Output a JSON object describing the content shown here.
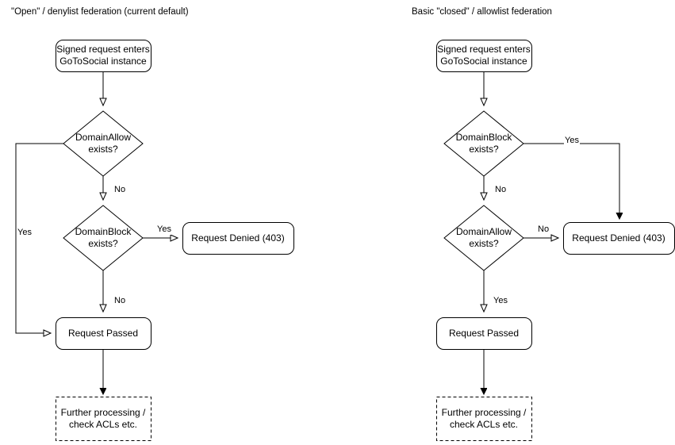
{
  "diagram": {
    "type": "flowchart",
    "background_color": "#ffffff",
    "stroke_color": "#000000",
    "text_color": "#000000",
    "columns": [
      {
        "id": "open-denylist",
        "title": "\"Open\" / denylist federation (current default)",
        "nodes": [
          {
            "id": "l-entry",
            "shape": "rounded-rect",
            "label": "Signed request enters\nGoToSocial instance"
          },
          {
            "id": "l-allow",
            "shape": "diamond",
            "label": "DomainAllow\nexists?"
          },
          {
            "id": "l-block",
            "shape": "diamond",
            "label": "DomainBlock\nexists?"
          },
          {
            "id": "l-denied",
            "shape": "rounded-rect",
            "label": "Request Denied (403)"
          },
          {
            "id": "l-passed",
            "shape": "rounded-rect",
            "label": "Request Passed"
          },
          {
            "id": "l-further",
            "shape": "dashed-rect",
            "label": "Further processing /\ncheck ACLs etc."
          }
        ],
        "edges": [
          {
            "from": "l-entry",
            "to": "l-allow",
            "label": "",
            "arrow": "open"
          },
          {
            "from": "l-allow",
            "to": "l-passed",
            "label": "Yes",
            "arrow": "open"
          },
          {
            "from": "l-allow",
            "to": "l-block",
            "label": "No",
            "arrow": "open"
          },
          {
            "from": "l-block",
            "to": "l-denied",
            "label": "Yes",
            "arrow": "open"
          },
          {
            "from": "l-block",
            "to": "l-passed",
            "label": "No",
            "arrow": "open"
          },
          {
            "from": "l-passed",
            "to": "l-further",
            "label": "",
            "arrow": "filled"
          }
        ]
      },
      {
        "id": "closed-allowlist",
        "title": "Basic \"closed\" / allowlist federation",
        "nodes": [
          {
            "id": "r-entry",
            "shape": "rounded-rect",
            "label": "Signed request enters\nGoToSocial instance"
          },
          {
            "id": "r-block",
            "shape": "diamond",
            "label": "DomainBlock\nexists?"
          },
          {
            "id": "r-allow",
            "shape": "diamond",
            "label": "DomainAllow\nexists?"
          },
          {
            "id": "r-denied",
            "shape": "rounded-rect",
            "label": "Request Denied (403)"
          },
          {
            "id": "r-passed",
            "shape": "rounded-rect",
            "label": "Request Passed"
          },
          {
            "id": "r-further",
            "shape": "dashed-rect",
            "label": "Further processing /\ncheck ACLs etc."
          }
        ],
        "edges": [
          {
            "from": "r-entry",
            "to": "r-block",
            "label": "",
            "arrow": "open"
          },
          {
            "from": "r-block",
            "to": "r-denied",
            "label": "Yes",
            "arrow": "filled"
          },
          {
            "from": "r-block",
            "to": "r-allow",
            "label": "No",
            "arrow": "open"
          },
          {
            "from": "r-allow",
            "to": "r-denied",
            "label": "No",
            "arrow": "open"
          },
          {
            "from": "r-allow",
            "to": "r-passed",
            "label": "Yes",
            "arrow": "open"
          },
          {
            "from": "r-passed",
            "to": "r-further",
            "label": "",
            "arrow": "filled"
          }
        ]
      }
    ]
  },
  "labels": {
    "left": {
      "title": "\"Open\" / denylist federation (current default)",
      "entry": "Signed request enters\nGoToSocial instance",
      "allow": "DomainAllow\nexists?",
      "block": "DomainBlock\nexists?",
      "denied": "Request Denied (403)",
      "passed": "Request Passed",
      "further": "Further processing /\ncheck ACLs etc.",
      "edge_allow_yes": "Yes",
      "edge_allow_no": "No",
      "edge_block_yes": "Yes",
      "edge_block_no": "No"
    },
    "right": {
      "title": "Basic \"closed\" / allowlist federation",
      "entry": "Signed request enters\nGoToSocial instance",
      "block": "DomainBlock\nexists?",
      "allow": "DomainAllow\nexists?",
      "denied": "Request Denied (403)",
      "passed": "Request Passed",
      "further": "Further processing /\ncheck ACLs etc.",
      "edge_block_yes": "Yes",
      "edge_block_no": "No",
      "edge_allow_no": "No",
      "edge_allow_yes": "Yes"
    }
  }
}
